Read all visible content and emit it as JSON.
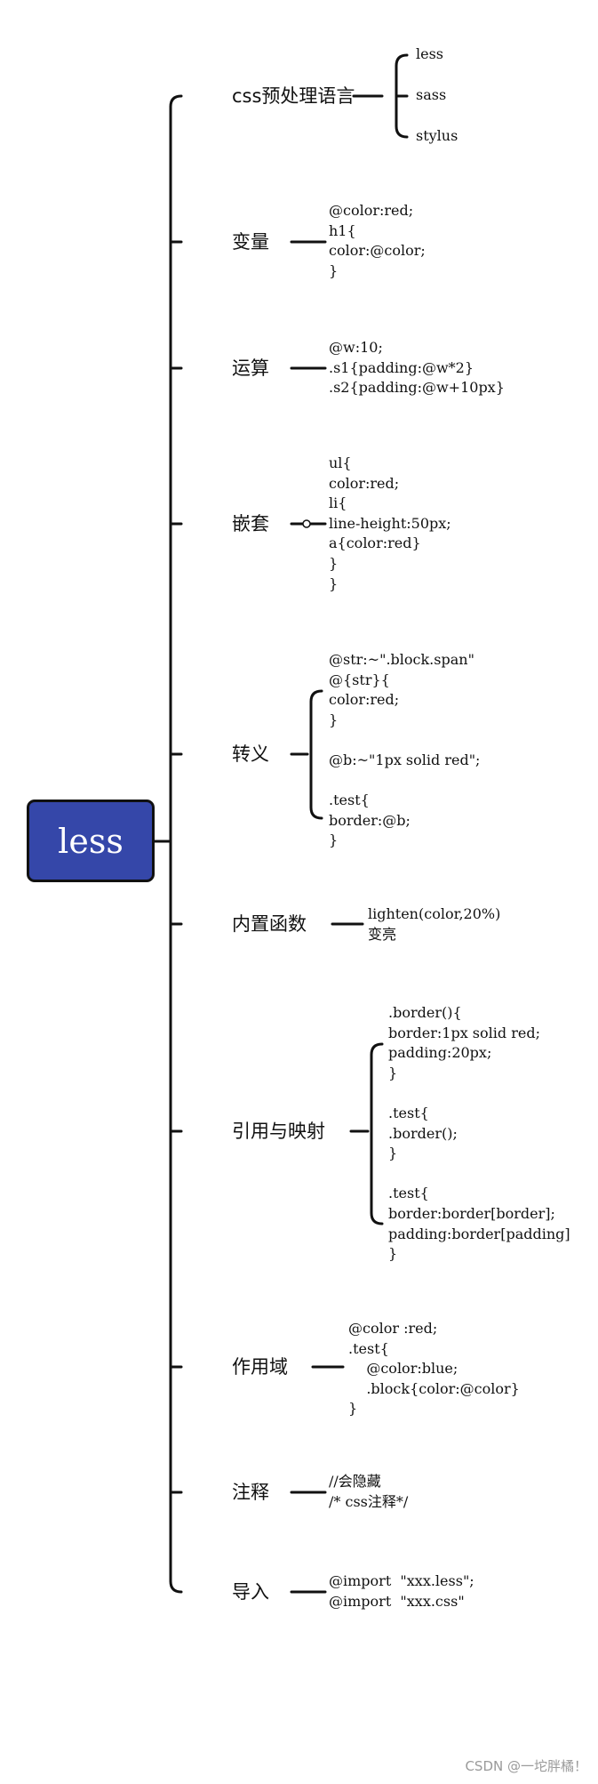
{
  "root": {
    "label": "less"
  },
  "branches": [
    {
      "id": "css-preprocessor",
      "label": "css预处理语言",
      "children": [
        "less",
        "sass",
        "stylus"
      ]
    },
    {
      "id": "variables",
      "label": "变量",
      "code": [
        "@color:red;",
        "h1{",
        "color:@color;",
        "}"
      ]
    },
    {
      "id": "operations",
      "label": "运算",
      "code": [
        "@w:10;",
        ".s1{padding:@w*2}",
        ".s2{padding:@w+10px}"
      ]
    },
    {
      "id": "nesting",
      "label": "嵌套",
      "code": [
        "ul{",
        "color:red;",
        "li{",
        "line-height:50px;",
        "a{color:red}",
        "}",
        "}"
      ]
    },
    {
      "id": "escaping",
      "label": "转义",
      "code": [
        "@str:~\".block.span\"",
        "@{str}{",
        "color:red;",
        "}",
        "",
        "@b:~\"1px solid red\";",
        "",
        ".test{",
        "border:@b;",
        "}"
      ]
    },
    {
      "id": "builtin-functions",
      "label": "内置函数",
      "code": [
        "lighten(color,20%)",
        "变亮"
      ]
    },
    {
      "id": "mixins-maps",
      "label": "引用与映射",
      "code": [
        ".border(){",
        "border:1px solid red;",
        "padding:20px;",
        "}",
        "",
        ".test{",
        ".border();",
        "}",
        "",
        ".test{",
        "border:border[border];",
        "padding:border[padding]",
        "}"
      ]
    },
    {
      "id": "scope",
      "label": "作用域",
      "code": [
        "@color :red;",
        ".test{",
        "    @color:blue;",
        "    .block{color:@color}",
        "}"
      ]
    },
    {
      "id": "comments",
      "label": "注释",
      "code": [
        "//会隐藏",
        "/* css注释*/"
      ]
    },
    {
      "id": "imports",
      "label": "导入",
      "code": [
        "@import  \"xxx.less\";",
        "@import  \"xxx.css\""
      ]
    }
  ],
  "watermark": "CSDN @一坨胖橘！"
}
